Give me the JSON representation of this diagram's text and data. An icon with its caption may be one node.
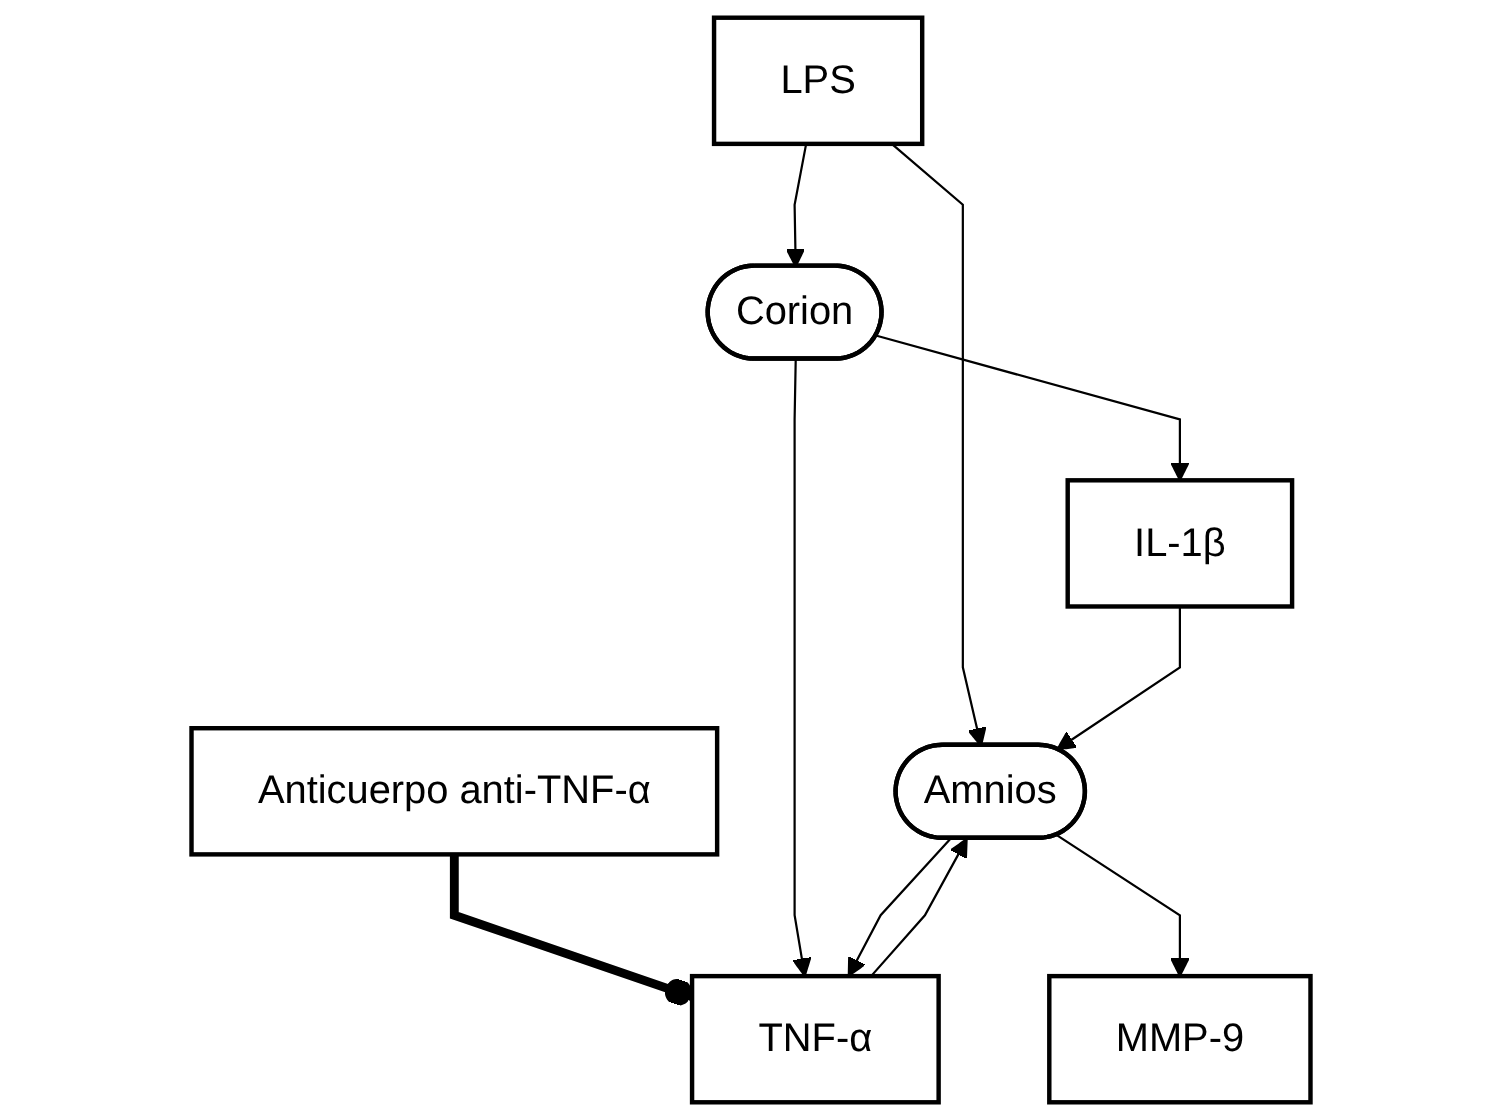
{
  "diagram": {
    "nodes": [
      {
        "text": [
          "LPS"
        ]
      },
      {
        "text": [
          "Anticuerpo anti-TNF-α"
        ]
      },
      {
        "text": [
          "Amnios"
        ]
      },
      {
        "text": [
          "Corion"
        ]
      },
      {
        "text": [
          "TNF-α"
        ]
      },
      {
        "text": [
          "IL-1β"
        ]
      },
      {
        "text": [
          "MMP-9"
        ]
      }
    ],
    "edges": [
      {
        "from": 0,
        "to": 2,
        "arrow": "to"
      },
      {
        "from": 0,
        "to": 3,
        "arrow": "to"
      },
      {
        "from": 1,
        "to": 4,
        "arrow": "other",
        "style": "thick"
      },
      {
        "from": 4,
        "to": 2,
        "arrow": "to"
      },
      {
        "from": 3,
        "to": 4,
        "arrow": "to"
      },
      {
        "from": 3,
        "to": 5,
        "arrow": "to"
      },
      {
        "from": 2,
        "to": 4,
        "arrow": "to"
      },
      {
        "from": 5,
        "to": 2,
        "arrow": "to"
      },
      {
        "from": 2,
        "to": 6,
        "arrow": "to"
      }
    ]
  }
}
